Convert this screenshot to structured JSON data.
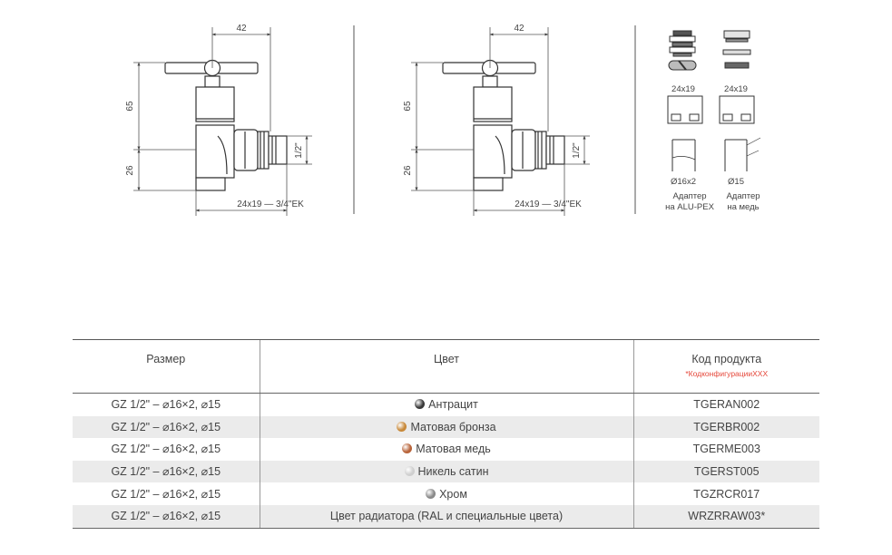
{
  "drawing_left": {
    "dim_top": "42",
    "dim_height_upper": "65",
    "dim_height_lower": "26",
    "dim_thread": "1/2\"",
    "dim_connection": "24x19 — 3/4\"EK"
  },
  "drawing_right": {
    "dim_top": "42",
    "dim_height_upper": "65",
    "dim_height_lower": "26",
    "dim_thread": "1/2\"",
    "dim_connection": "24x19 — 3/4\"EK"
  },
  "adapters": {
    "left_top_size": "24x19",
    "right_top_size": "24x19",
    "left_pipe": "Ø16x2",
    "right_pipe": "Ø15",
    "left_caption_1": "Адаптер",
    "left_caption_2": "на ALU-PEX",
    "right_caption_1": "Адаптер",
    "right_caption_2": "на медь"
  },
  "table": {
    "headers": {
      "size": "Размер",
      "color": "Цвет",
      "code": "Код продукта",
      "code_note": "*КодконфигурацииXXX"
    },
    "rows": [
      {
        "size": "GZ 1/2\" – ⌀16×2, ⌀15",
        "color": "Антрацит",
        "swatch": "#3a3a3a",
        "code": "TGERAN002"
      },
      {
        "size": "GZ 1/2\" – ⌀16×2, ⌀15",
        "color": "Матовая бронза",
        "swatch": "#c8893a",
        "code": "TGERBR002"
      },
      {
        "size": "GZ 1/2\" – ⌀16×2, ⌀15",
        "color": "Матовая медь",
        "swatch": "#b8643a",
        "code": "TGERME003"
      },
      {
        "size": "GZ 1/2\" – ⌀16×2, ⌀15",
        "color": "Никель сатин",
        "swatch": "#cfcfcf",
        "code": "TGERST005"
      },
      {
        "size": "GZ 1/2\" – ⌀16×2, ⌀15",
        "color": "Хром",
        "swatch": "#8a8a8a",
        "code": "TGZRCR017"
      },
      {
        "size": "GZ 1/2\" – ⌀16×2, ⌀15",
        "color": "Цвет радиатора (RAL и специальные цвета)",
        "swatch": "",
        "code": "WRZRRAW03*"
      }
    ]
  }
}
